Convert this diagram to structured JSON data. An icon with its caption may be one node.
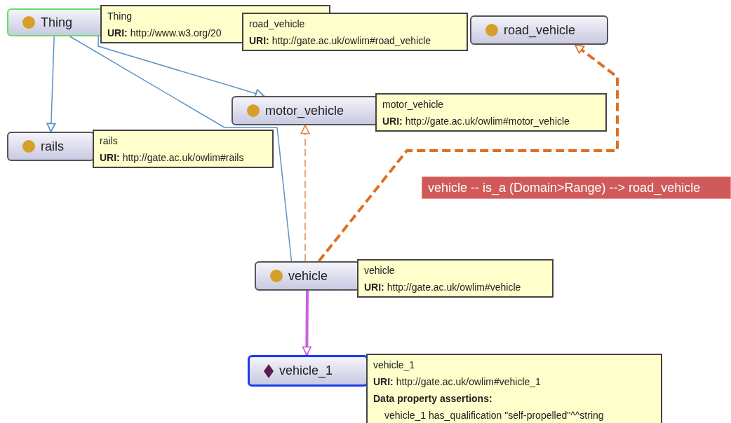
{
  "diagram": {
    "nodes": [
      {
        "text": [
          "Thing"
        ]
      },
      {
        "text": [
          "Thing",
          "**URI:**  http://www.w3.org/20"
        ]
      },
      {
        "text": [
          "road_vehicle",
          "**URI:**  http://gate.ac.uk/owlim#road_vehicle"
        ]
      },
      {
        "text": [
          "road_vehicle"
        ]
      },
      {
        "text": [
          "motor_vehicle"
        ]
      },
      {
        "text": [
          "motor_vehicle",
          "**URI:**  http://gate.ac.uk/owlim#motor_vehicle"
        ]
      },
      {
        "text": [
          "rails"
        ]
      },
      {
        "text": [
          "rails",
          "**URI:**  http://gate.ac.uk/owlim#rails"
        ]
      },
      {
        "text": [
          "vehicle -- is_a (Domain>Range) --> road_vehicle"
        ]
      },
      {
        "text": [
          "vehicle"
        ]
      },
      {
        "text": [
          "vehicle",
          "**URI:**  http://gate.ac.uk/owlim#vehicle"
        ]
      },
      {
        "text": [
          "vehicle_1"
        ]
      },
      {
        "text": [
          "vehicle_1",
          "**URI:**  http://gate.ac.uk/owlim#vehicle_1",
          "**Data property assertions:**",
          "vehicle_1 has_qualification \"self-propelled\"^^string"
        ]
      }
    ],
    "edges": [
      {
        "from": 0,
        "to": 6,
        "arrow": "to"
      },
      {
        "from": 0,
        "to": 4,
        "arrow": "to"
      },
      {
        "from": 0,
        "to": 9,
        "arrow": "none"
      },
      {
        "from": 9,
        "to": 4,
        "arrow": "to",
        "style": "dashed",
        "color": "#e8884a"
      },
      {
        "from": 9,
        "to": 3,
        "arrow": "to",
        "style": "dashed",
        "color": "#e07020"
      },
      {
        "from": 9,
        "to": 11,
        "arrow": "to",
        "style": "thick",
        "color": "#c862dc"
      }
    ]
  }
}
